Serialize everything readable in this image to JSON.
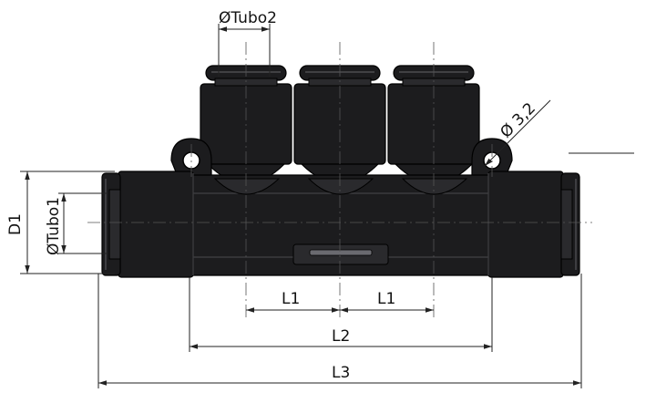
{
  "drawing": {
    "labels": {
      "tubo2": "ØTubo2",
      "tubo1": "ØTubo1",
      "d1": "D1",
      "hole": "Ø 3,2",
      "l1_left": "L1",
      "l1_right": "L1",
      "l2": "L2",
      "l3": "L3"
    }
  }
}
